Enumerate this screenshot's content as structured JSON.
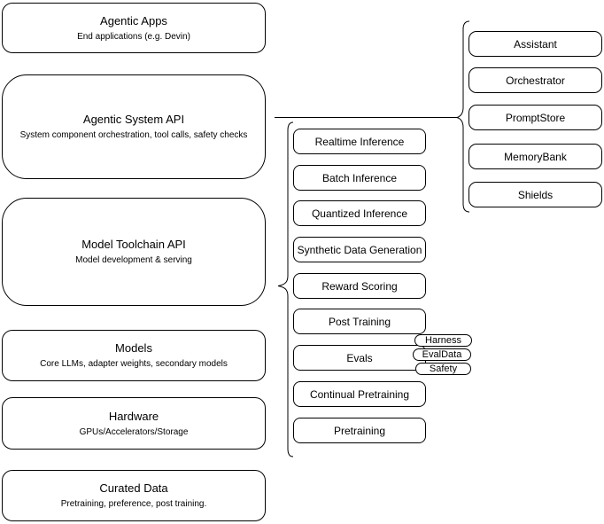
{
  "diagram": {
    "left_column": {
      "agentic_apps": {
        "title": "Agentic Apps",
        "subtitle": "End applications (e.g. Devin)"
      },
      "agentic_system_api": {
        "title": "Agentic System API",
        "subtitle": "System component orchestration, tool calls, safety checks"
      },
      "model_toolchain_api": {
        "title": "Model Toolchain API",
        "subtitle": "Model development & serving"
      },
      "models": {
        "title": "Models",
        "subtitle": "Core LLMs, adapter weights, secondary models"
      },
      "hardware": {
        "title": "Hardware",
        "subtitle": "GPUs/Accelerators/Storage"
      },
      "curated_data": {
        "title": "Curated Data",
        "subtitle": "Pretraining, preference, post training."
      }
    },
    "toolchain": {
      "items": [
        "Realtime Inference",
        "Batch Inference",
        "Quantized Inference",
        "Synthetic Data Generation",
        "Reward Scoring",
        "Post Training",
        "Evals",
        "Continual Pretraining",
        "Pretraining"
      ]
    },
    "eval_tags": {
      "items": [
        "Harness",
        "EvalData",
        "Safety"
      ]
    },
    "system_components": {
      "items": [
        "Assistant",
        "Orchestrator",
        "PromptStore",
        "MemoryBank",
        "Shields"
      ]
    },
    "colors": {
      "stroke": "#000000",
      "fill": "#ffffff",
      "text": "#000000"
    }
  }
}
